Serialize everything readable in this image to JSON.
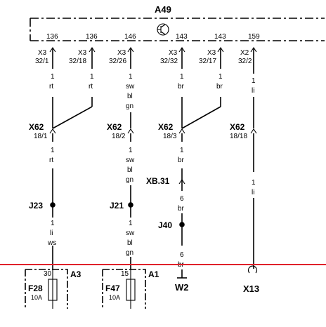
{
  "module": {
    "name": "A49",
    "pins": [
      "136",
      "136",
      "146",
      "143",
      "143",
      "159"
    ],
    "connectors_top": [
      {
        "c": "X3",
        "p": "32/1"
      },
      {
        "c": "X3",
        "p": "32/18"
      },
      {
        "c": "X3",
        "p": "32/26"
      },
      {
        "c": "X3",
        "p": "32/32"
      },
      {
        "c": "X3",
        "p": "32/17"
      },
      {
        "c": "X2",
        "p": "32/2"
      }
    ]
  },
  "wires_top": [
    {
      "size": "1",
      "c1": "rt",
      "c2": "",
      "c3": ""
    },
    {
      "size": "1",
      "c1": "rt",
      "c2": "",
      "c3": ""
    },
    {
      "size": "1",
      "c1": "sw",
      "c2": "bl",
      "c3": "gn"
    },
    {
      "size": "1",
      "c1": "br",
      "c2": "",
      "c3": ""
    },
    {
      "size": "1",
      "c1": "br",
      "c2": "",
      "c3": ""
    },
    {
      "size": "1",
      "c1": "li",
      "c2": "",
      "c3": ""
    }
  ],
  "connectors_mid": [
    {
      "c": "X62",
      "p": "18/1"
    },
    {
      "c": "X62",
      "p": "18/2"
    },
    {
      "c": "X62",
      "p": "18/3"
    },
    {
      "c": "X62",
      "p": "18/18"
    }
  ],
  "wires_mid": [
    {
      "size": "1",
      "c1": "rt",
      "c2": "",
      "c3": ""
    },
    {
      "size": "1",
      "c1": "sw",
      "c2": "bl",
      "c3": "gn"
    },
    {
      "size": "1",
      "c1": "br",
      "c2": "",
      "c3": ""
    },
    {
      "size": "1",
      "c1": "li",
      "c2": "",
      "c3": ""
    }
  ],
  "xb": {
    "name": "XB.31",
    "size": "6",
    "color": "br"
  },
  "splices": {
    "j23": "J23",
    "j21": "J21",
    "j40": "J40"
  },
  "wires_low": [
    {
      "size": "1",
      "c1": "li",
      "c2": "ws",
      "c3": ""
    },
    {
      "size": "1",
      "c1": "sw",
      "c2": "bl",
      "c3": "gn"
    },
    {
      "size": "6",
      "c1": "br",
      "c2": "",
      "c3": ""
    }
  ],
  "fuses": [
    {
      "pin": "30",
      "box": "A3",
      "name": "F28",
      "rating": "10A"
    },
    {
      "pin": "15",
      "box": "A1",
      "name": "F47",
      "rating": "10A"
    }
  ],
  "ground": "W2",
  "x13": "X13",
  "colors": {
    "line": "#000000",
    "divider": "#e0202a"
  }
}
